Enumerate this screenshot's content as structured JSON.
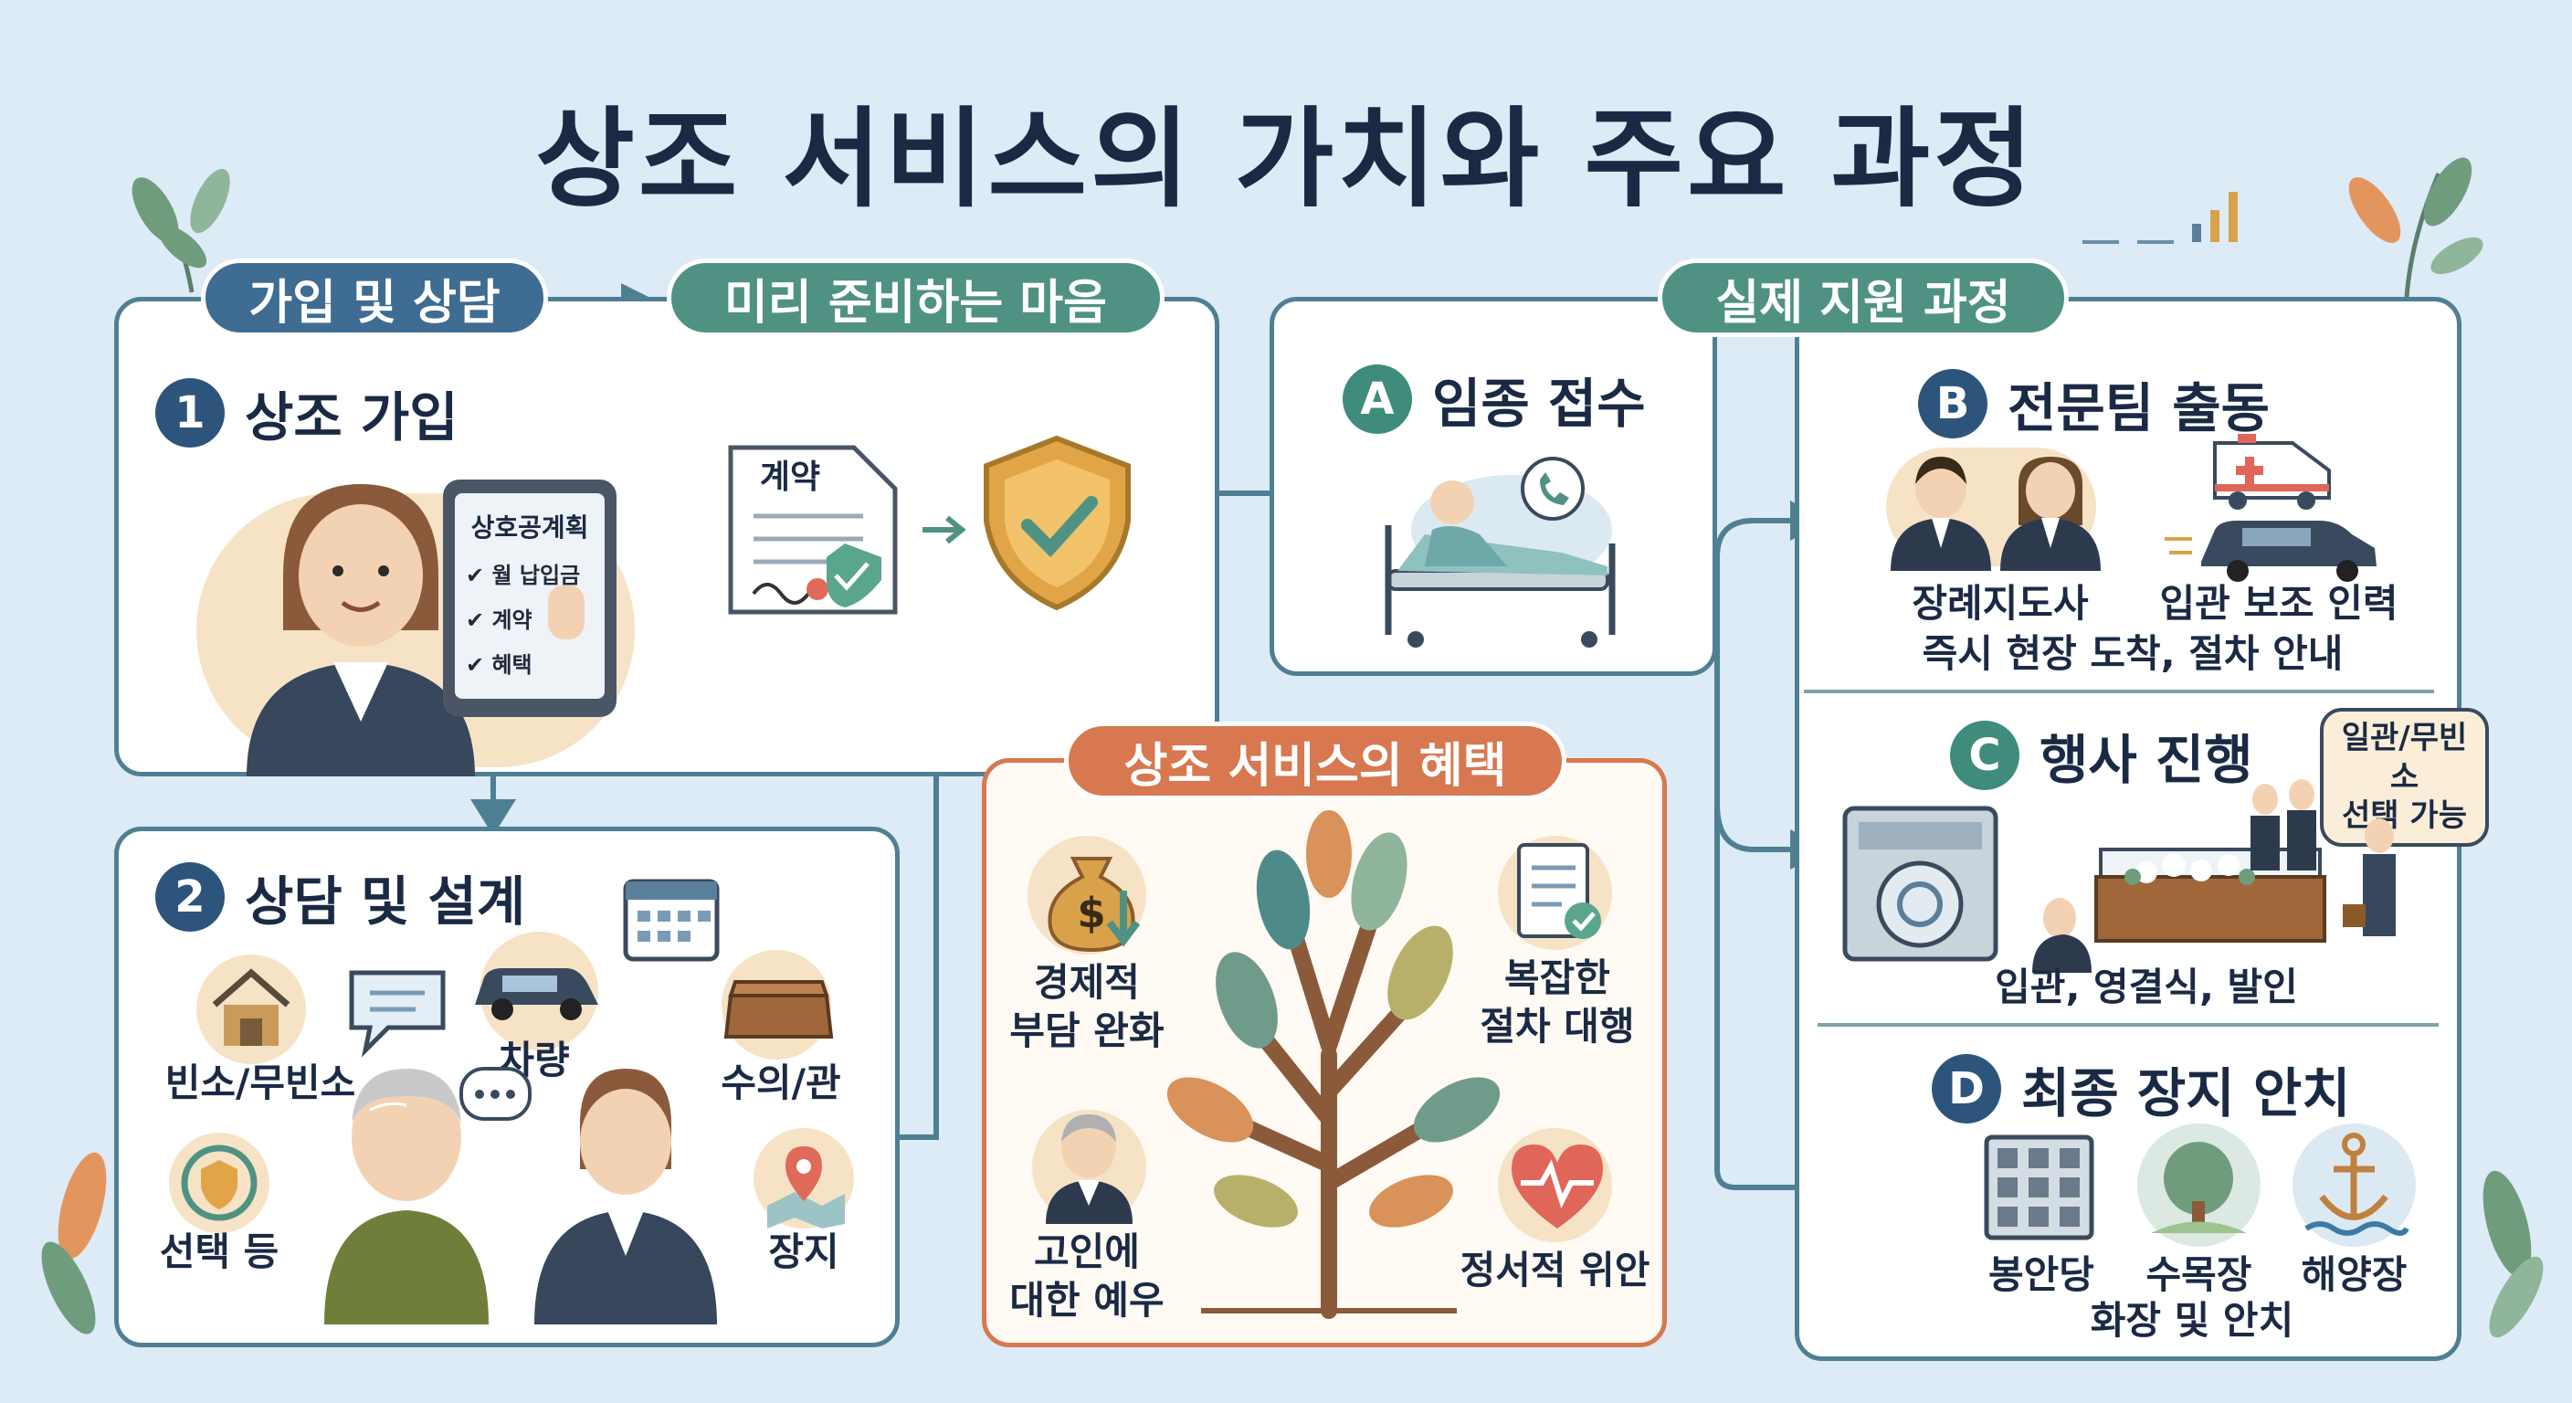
{
  "title": "상조 서비스의 가치와 주요 과정",
  "tags": {
    "join": "가입 및 상담",
    "prepare": "미리 준비하는 마음",
    "support": "실제 지원 과정",
    "benefits": "상조 서비스의 혜택"
  },
  "step1": {
    "num": "1",
    "title": "상조 가입",
    "tablet_title": "상호공계획",
    "tablet_items": [
      "월 납입금",
      "계약",
      "혜택"
    ],
    "contract_label": "계약"
  },
  "step2": {
    "num": "2",
    "title": "상담 및 설계",
    "options": [
      "빈소/무빈소",
      "차량",
      "수의/관",
      "선택 등",
      "장지"
    ]
  },
  "benefits": {
    "items": [
      "경제적\n부담 완화",
      "복잡한\n절차 대행",
      "고인에\n대한 예우",
      "정서적 위안"
    ]
  },
  "stepA": {
    "letter": "A",
    "title": "임종 접수"
  },
  "stepB": {
    "letter": "B",
    "title": "전문팀 출동",
    "labels": [
      "장례지도사",
      "입관 보조 인력"
    ],
    "caption": "즉시 현장 도착, 절차 안내"
  },
  "stepC": {
    "letter": "C",
    "title": "행사 진행",
    "bubble": "일관/무빈소\n선택 가능",
    "caption": "입관, 영결식, 발인"
  },
  "stepD": {
    "letter": "D",
    "title": "최종 장지 안치",
    "options": [
      "봉안당",
      "수목장",
      "해양장"
    ],
    "caption": "화장 및 안치"
  },
  "colors": {
    "navy": "#2d557c",
    "teal": "#4f9283",
    "orange": "#d77850",
    "panel_border": "#4f7f93",
    "background": "#dcebf6"
  }
}
